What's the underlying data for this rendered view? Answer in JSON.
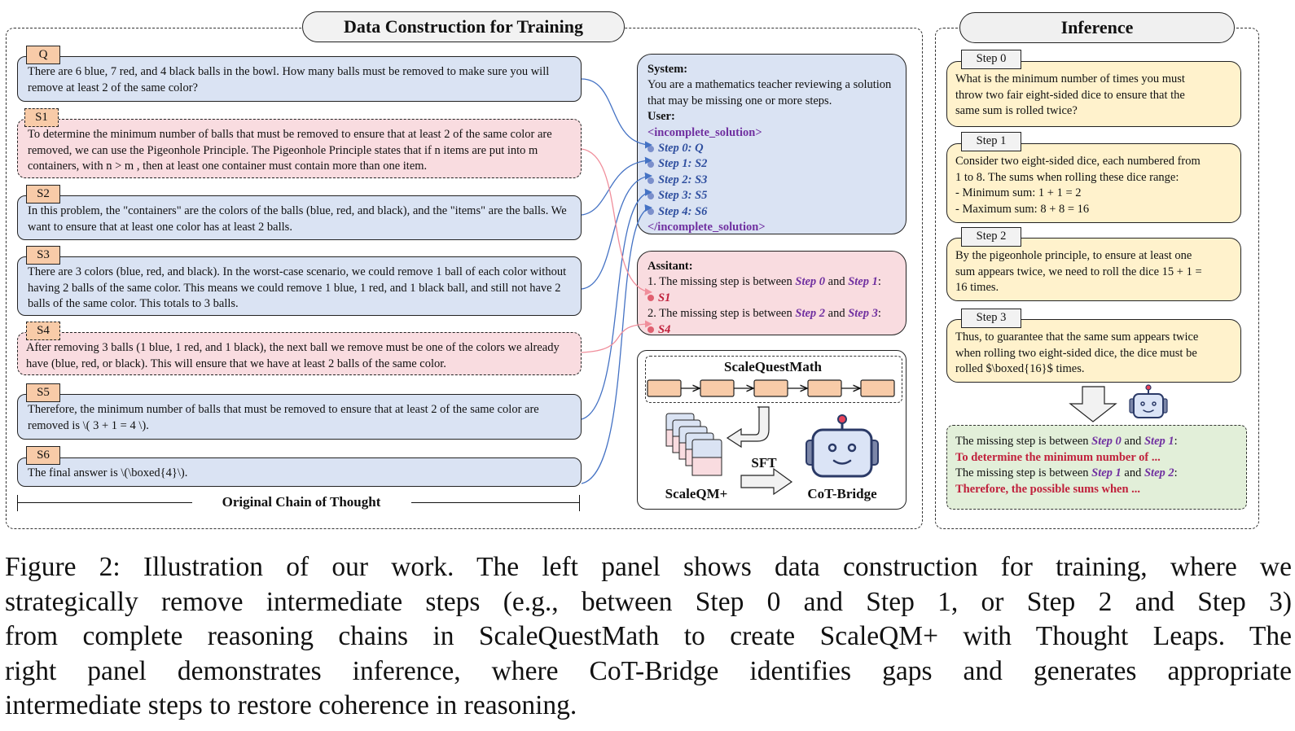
{
  "left_panel": {
    "title": "Data Construction for Training",
    "footer_label": "Original Chain of Thought",
    "steps": [
      {
        "tag": "Q",
        "removed": false,
        "text": "There are 6 blue, 7 red, and 4 black balls in the bowl. How many balls must be removed to make sure you will remove at least 2 of the same color?"
      },
      {
        "tag": "S1",
        "removed": true,
        "text": "To determine the minimum number of balls that must be removed to ensure that at least 2 of the same color are removed, we can use the Pigeonhole Principle. The Pigeonhole Principle states that if n items are put into m containers, with n > m , then at least one container must contain more than one item."
      },
      {
        "tag": "S2",
        "removed": false,
        "text": "In this problem, the \"containers\" are the colors of the balls (blue, red, and black), and the \"items\" are the balls. We want to ensure that at least one color has at least 2 balls."
      },
      {
        "tag": "S3",
        "removed": false,
        "text": "There are 3 colors (blue, red, and black). In the worst-case scenario, we could remove 1 ball of each color without having 2 balls of the same color. This means we could remove 1 blue, 1 red, and 1 black ball, and still not have 2 balls of the same color. This totals to 3 balls."
      },
      {
        "tag": "S4",
        "removed": true,
        "text": "After removing 3 balls (1 blue, 1 red, and 1 black), the next ball we remove must be one of the colors we already have (blue, red, or black). This will ensure that we have at least 2 balls of the same color."
      },
      {
        "tag": "S5",
        "removed": false,
        "text": "Therefore, the minimum number of balls that must be removed to ensure that at least 2 of the same color are removed is \\( 3 + 1 = 4 \\)."
      },
      {
        "tag": "S6",
        "removed": false,
        "text": "The final answer is \\(\\boxed{4}\\)."
      }
    ]
  },
  "prompt": {
    "system_label": "System:",
    "system_text": "You are a mathematics teacher reviewing a solution that may be missing one or more steps.",
    "user_label": "User:",
    "open_tag": "<incomplete_solution>",
    "close_tag": "</incomplete_solution>",
    "steps": [
      "Step 0: Q",
      "Step 1: S2",
      "Step 2: S3",
      "Step 3: S5",
      "Step 4: S6"
    ]
  },
  "assistant": {
    "label": "Assitant:",
    "items": [
      {
        "prefix": "1. The missing step is between ",
        "a": "Step 0",
        "mid": " and ",
        "b": "Step 1",
        "suffix": ":",
        "answer": "S1"
      },
      {
        "prefix": "2. The missing step is between ",
        "a": "Step 2",
        "mid": " and ",
        "b": "Step 3",
        "suffix": ":",
        "answer": "S4"
      }
    ]
  },
  "pipeline": {
    "dataset_label": "ScaleQuestMath",
    "augmented_label": "ScaleQM+",
    "sft_label": "SFT",
    "model_label": "CoT-Bridge"
  },
  "right_panel": {
    "title": "Inference",
    "steps": [
      {
        "tag": "Step 0",
        "lines": [
          "What is the minimum number of times you must",
          "throw two fair eight-sided dice to ensure that the",
          "same sum is rolled twice?"
        ]
      },
      {
        "tag": "Step 1",
        "lines": [
          "Consider two eight-sided dice, each numbered from",
          "1 to 8. The sums when rolling these dice range:",
          "- Minimum sum: 1 + 1 = 2",
          "- Maximum sum: 8 + 8 = 16"
        ]
      },
      {
        "tag": "Step 2",
        "lines": [
          "By the pigeonhole principle, to ensure at least one",
          "sum appears twice, we need to roll the dice 15 + 1 =",
          "16 times."
        ]
      },
      {
        "tag": "Step 3",
        "lines": [
          "Thus, to guarantee that the same sum appears twice",
          "when rolling two eight-sided dice, the dice must be",
          "rolled $\\boxed{16}$ times."
        ]
      }
    ],
    "output": [
      {
        "prefix": "The missing step is between ",
        "a": "Step 0",
        "mid": " and ",
        "b": "Step 1",
        "suffix": ":",
        "generated": "To determine the minimum number of ..."
      },
      {
        "prefix": "The missing step is between ",
        "a": "Step 1",
        "mid": " and ",
        "b": "Step 2",
        "suffix": ":",
        "generated": "Therefore, the possible sums when  ..."
      }
    ]
  },
  "caption": {
    "lines": [
      "Figure 2: Illustration of our work. The left panel shows data construction for training, where we",
      "strategically remove intermediate steps (e.g., between Step 0 and Step 1, or Step 2 and Step 3)",
      "from complete reasoning chains in ScaleQuestMath to create ScaleQM+ with Thought Leaps. The",
      "right panel demonstrates inference, where CoT-Bridge identifies gaps and generates appropriate",
      "intermediate steps to restore coherence in reasoning."
    ]
  },
  "colors": {
    "kept_step_fill": "#dae3f3",
    "removed_step_fill": "#f9dce0",
    "tag_fill": "#f8cba8",
    "inference_fill": "#fff2cc",
    "output_fill": "#e2efd9",
    "kept_link": "#4472c4",
    "removed_link": "#f08e9b",
    "step_ref": "#7030a0",
    "generated_text": "#c0213c"
  }
}
